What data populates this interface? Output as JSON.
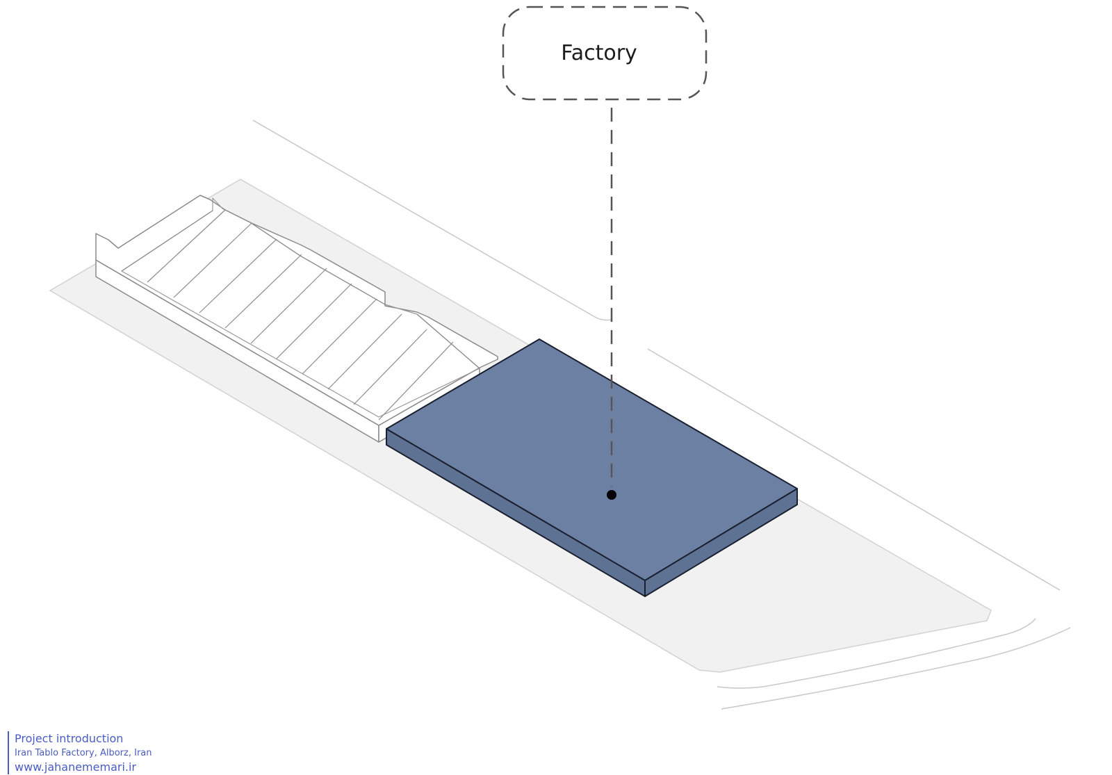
{
  "callout": {
    "label": "Factory"
  },
  "footer": {
    "title": "Project introduction",
    "subtitle": "Iran Tablo Factory, Alborz, Iran",
    "website": "www.jahanememari.ir"
  },
  "colors": {
    "factory_fill": "#6c80a3",
    "factory_side": "#5e7294",
    "outline": "#1a2030",
    "site_ground": "#f1f1f1",
    "road_lines": "#c8c8c8",
    "existing_building_lines": "#8a8a8a",
    "callout_dash": "#555555",
    "footer_text": "#4a5cc4"
  },
  "icons": {
    "callout_pointer": "filled-circle-dot"
  }
}
